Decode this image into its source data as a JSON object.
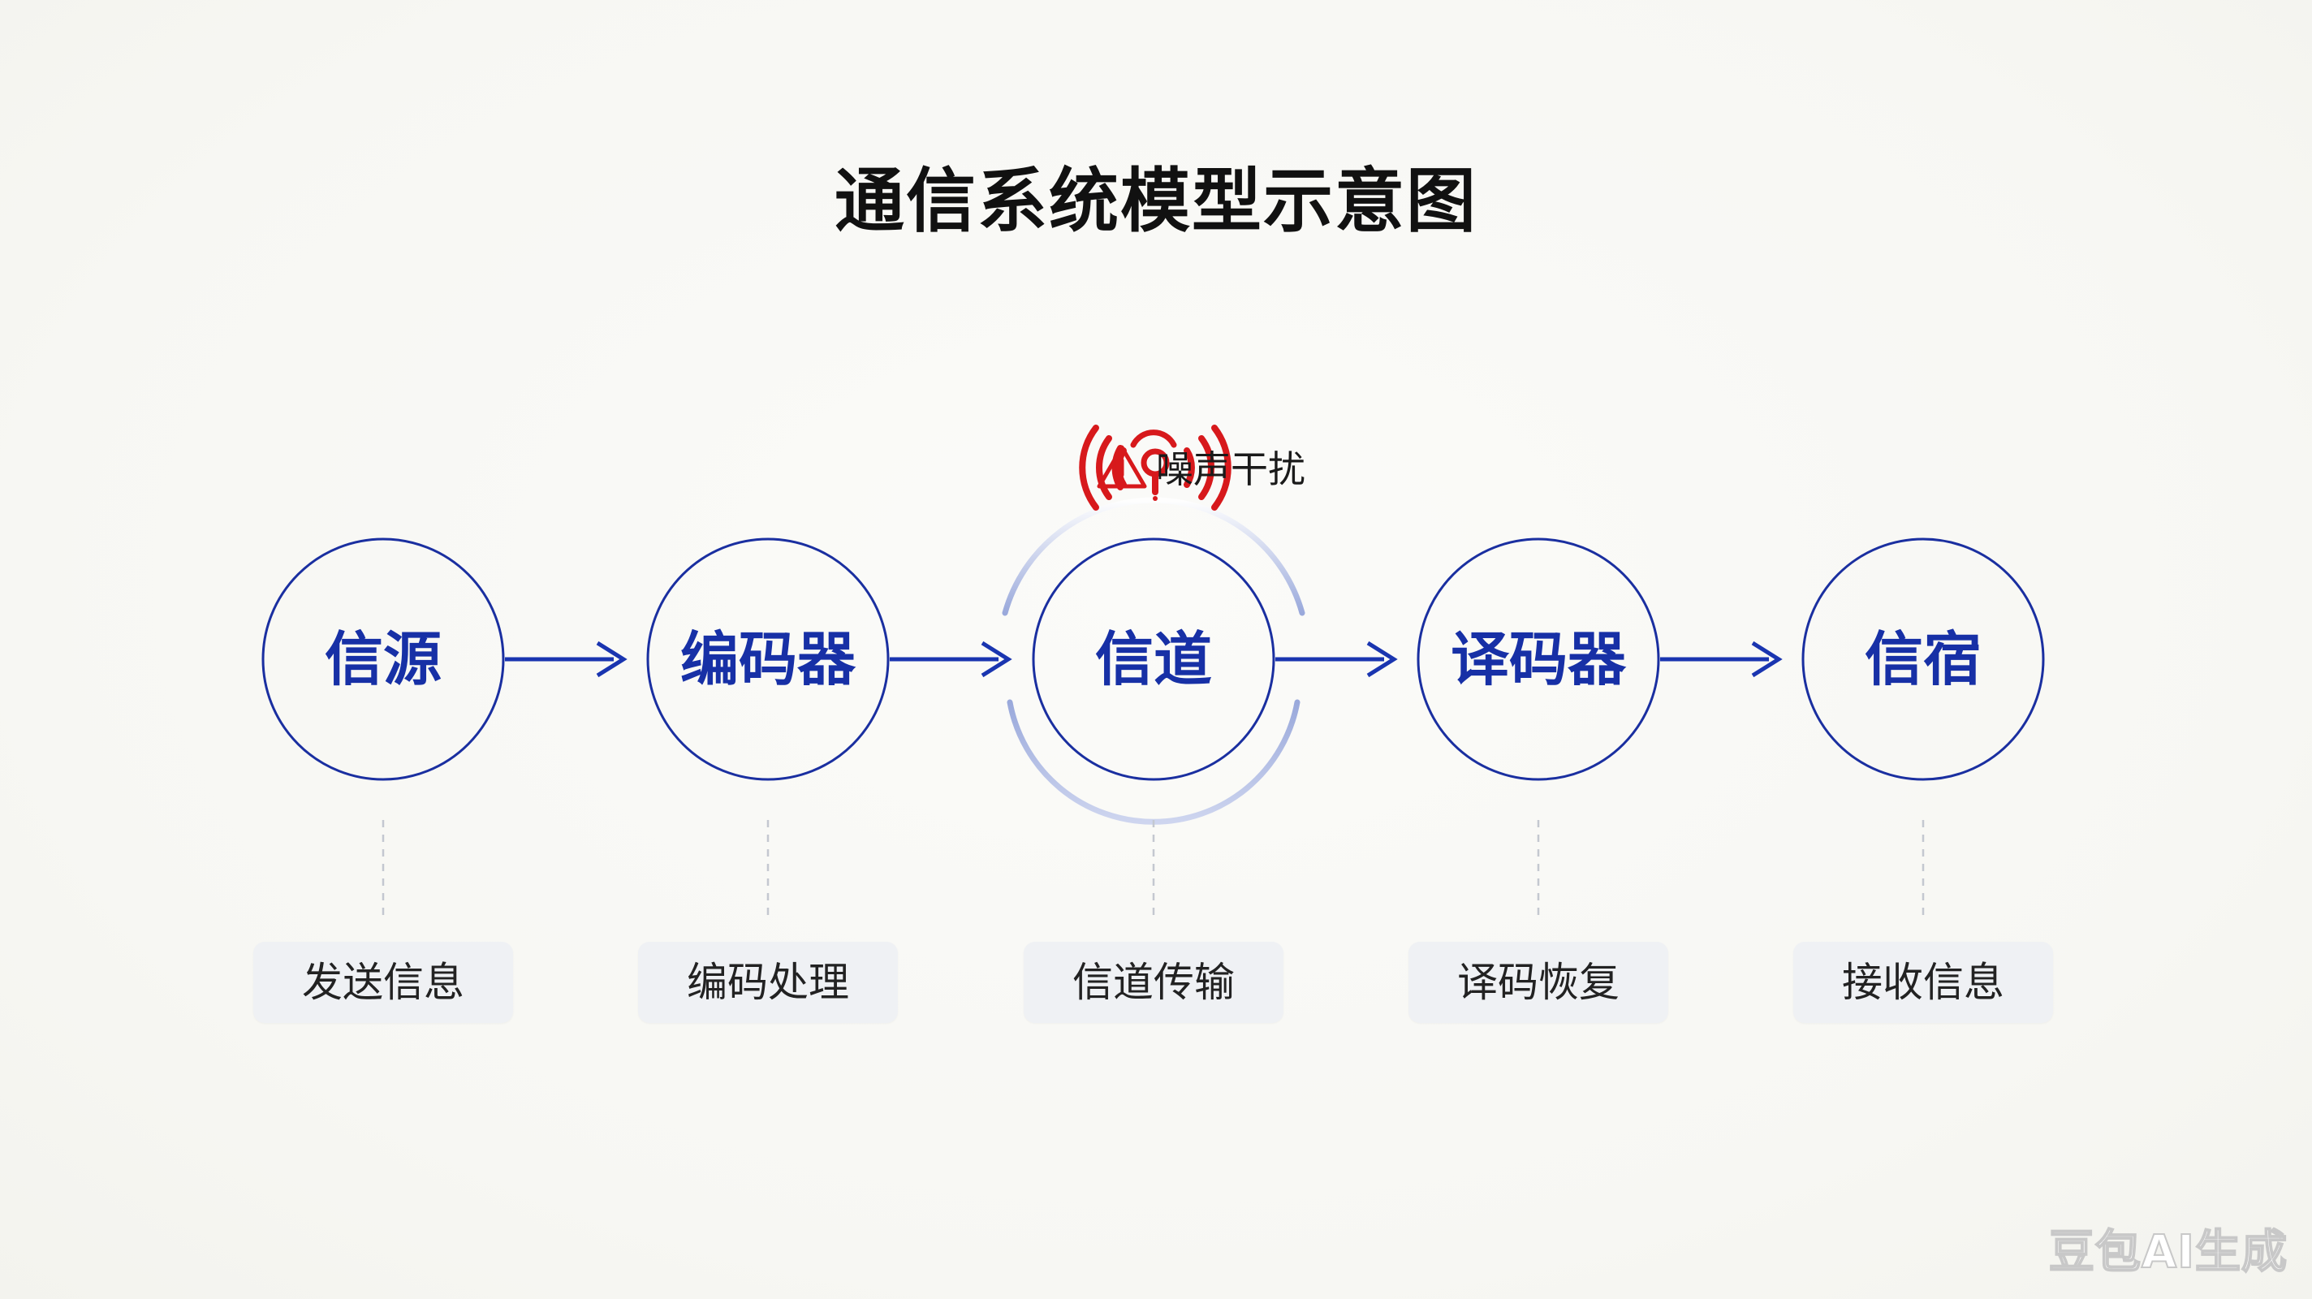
{
  "title": "通信系统模型示意图",
  "nodes": [
    {
      "label": "信源",
      "desc": "发送信息"
    },
    {
      "label": "编码器",
      "desc": "编码处理"
    },
    {
      "label": "信道",
      "desc": "信道传输"
    },
    {
      "label": "译码器",
      "desc": "译码恢复"
    },
    {
      "label": "信宿",
      "desc": "接收信息"
    }
  ],
  "noise": {
    "label": "噪声干扰",
    "icon": "wireless-signal-icon",
    "warning_icon": "warning-triangle-icon"
  },
  "watermark": "豆包AI生成",
  "colors": {
    "node_stroke": "#1a2fa0",
    "node_text": "#1730a6",
    "arrow": "#1a35b0",
    "noise_red": "#d7191c",
    "halo": "#8fa0d8",
    "dashed": "#c4c8d0",
    "desc_bg": "#eff1f4"
  }
}
